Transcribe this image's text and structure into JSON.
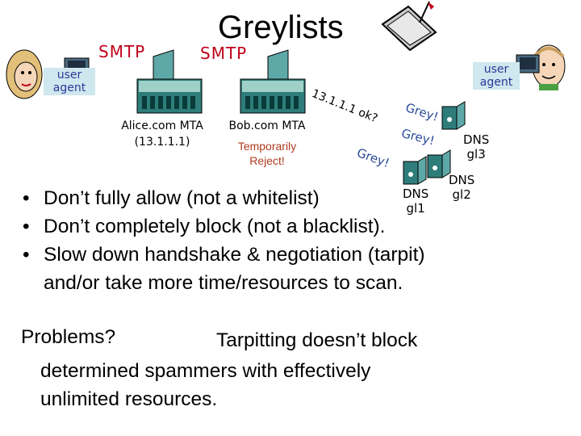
{
  "title": "Greylists",
  "diagram": {
    "smtp_left": "SMTP",
    "smtp_right": "SMTP",
    "user_agent_left": [
      "user",
      "agent"
    ],
    "user_agent_right": [
      "user",
      "agent"
    ],
    "alice_mta": "Alice.com MTA",
    "alice_ip": "(13.1.1.1)",
    "bob_mta": "Bob.com MTA",
    "bob_status": [
      "Temporarily",
      "Reject!"
    ],
    "query_ip": "13.1.1.1 ok?",
    "grey_replies": [
      "Grey!",
      "Grey!",
      "Grey!"
    ],
    "dns_gl3": [
      "DNS",
      "gl3"
    ],
    "dns_gl2": [
      "DNS",
      "gl2"
    ],
    "dns_gl1": [
      "DNS",
      "gl1"
    ]
  },
  "bullets": [
    "Don’t fully allow (not a whitelist)",
    "Don’t completely block (not a blacklist).",
    "Slow down handshake & negotiation (tarpit)",
    "and/or take more time/resources to scan."
  ],
  "problems_label": "Problems?",
  "tarpit_line": "Tarpitting doesn’t block",
  "closing_lines": [
    "determined spammers with effectively",
    "unlimited resources."
  ]
}
